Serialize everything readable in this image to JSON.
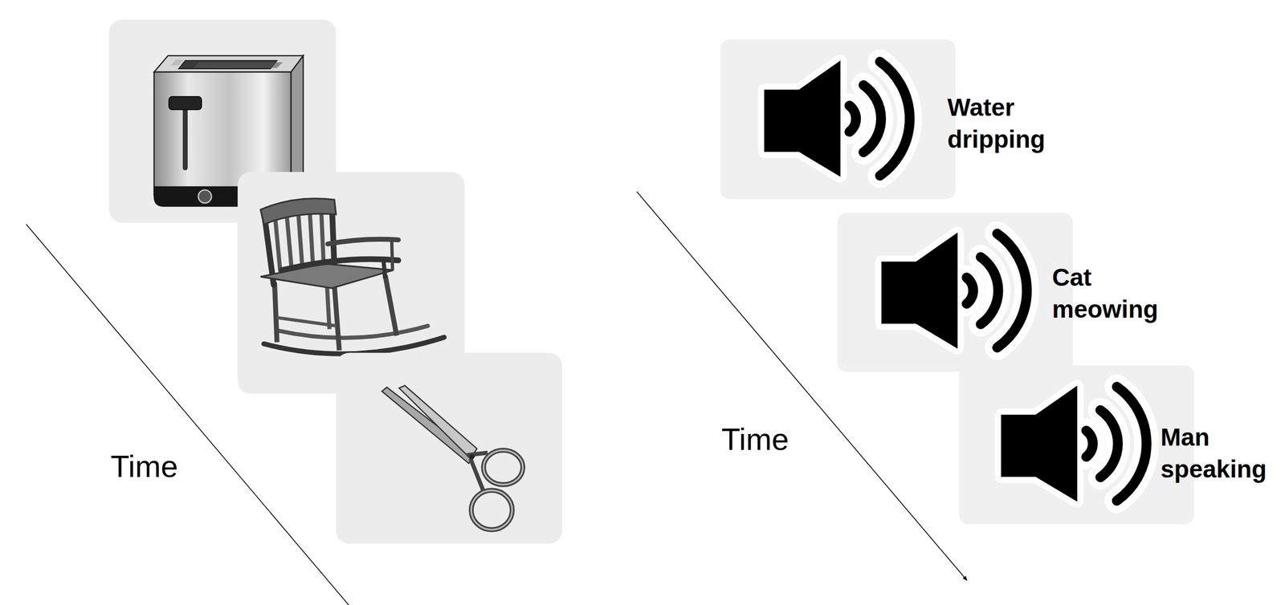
{
  "diagram": {
    "nodes": [
      {
        "text": [
          "Water dripping"
        ]
      },
      {
        "text": [
          "Cat meowing"
        ]
      },
      {
        "text": [
          "Man speaking"
        ]
      }
    ],
    "labels": [
      "Time",
      "Time"
    ]
  }
}
